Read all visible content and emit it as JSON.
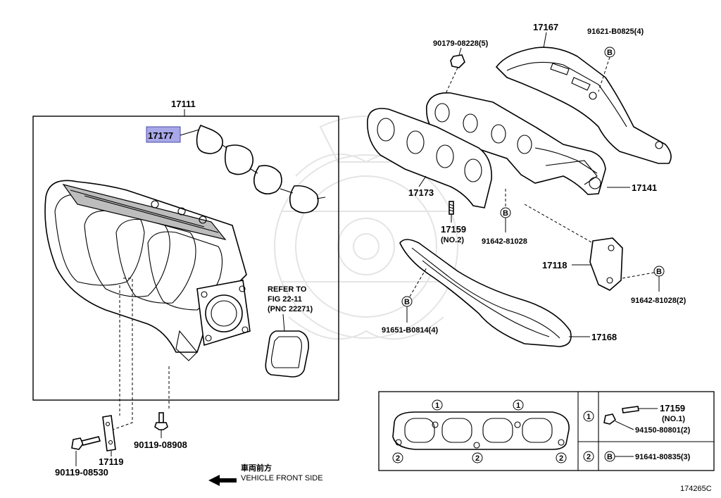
{
  "diagram": {
    "figure_code": "174265C",
    "labels": {
      "p17111": "17111",
      "p17177": "17177",
      "p17167": "17167",
      "p90179": "90179-08228(5)",
      "p91621": "91621-B0825(4)",
      "p17173": "17173",
      "p17141": "17141",
      "p17159_2": "17159",
      "p17159_2_sub": "(NO.2)",
      "p91642_81028": "91642-81028",
      "p17118": "17118",
      "p91642_81028_2": "91642-81028(2)",
      "p91651": "91651-B0814(4)",
      "p17168": "17168",
      "refer1": "REFER TO",
      "refer2": "FIG 22-11",
      "refer3": "(PNC 22271)",
      "p90119_08908": "90119-08908",
      "p17119": "17119",
      "p90119_08530": "90119-08530",
      "front_jp": "車両前方",
      "front_en": "VEHICLE FRONT SIDE",
      "inset_17159": "17159",
      "inset_17159_sub": "(NO.1)",
      "inset_94150": "94150-80801(2)",
      "inset_91641": "91641-80835(3)"
    },
    "markers": {
      "b": "B",
      "one": "1",
      "two": "2"
    },
    "colors": {
      "highlight": "#a8a8e8",
      "line": "#000000",
      "watermark": "#e4e4e4"
    }
  }
}
